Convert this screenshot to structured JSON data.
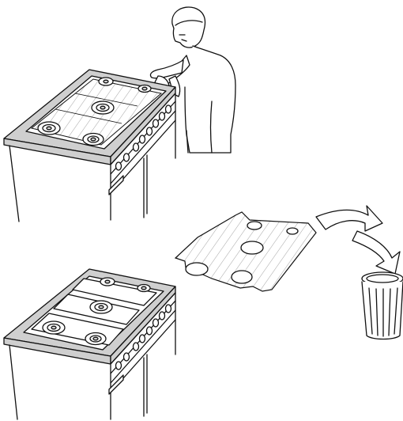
{
  "illustration": {
    "colors": {
      "line": "#111111",
      "background": "#ffffff",
      "shade": "#cfcfcf",
      "film_hatch": "#9a9a9a"
    },
    "panels": [
      {
        "name": "cooker-with-protective-film",
        "figures": [
          "person",
          "cooker",
          "protective-film"
        ]
      },
      {
        "name": "film-removed",
        "figures": [
          "peeled-film",
          "curved-arrow-icon",
          "trash-bin-icon",
          "cooker"
        ]
      }
    ]
  }
}
